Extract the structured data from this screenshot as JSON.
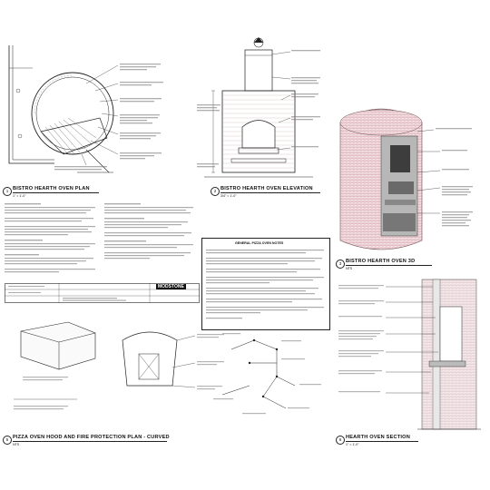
{
  "drawing_titles": {
    "plan": "BISTRO HEARTH OVEN PLAN",
    "elevation": "BISTRO HEARTH OVEN ELEVATION",
    "view_3d": "BISTRO HEARTH OVEN 3D",
    "hood": "PIZZA OVEN HOOD AND FIRE PROTECTION PLAN - CURVED",
    "section": "HEARTH OVEN SECTION"
  },
  "drawing_numbers": {
    "plan": "1",
    "elevation": "2",
    "view_3d": "3",
    "hood": "5",
    "section": "6"
  },
  "scales": {
    "plan": "1\" = 1'-0\"",
    "elevation": "3/4\" = 1'-0\"",
    "view_3d": "NTS",
    "hood": "NTS",
    "section": "1\" = 1'-0\""
  },
  "notes_box": {
    "title": "GENERAL PIZZA OVEN NOTES"
  },
  "logo": {
    "text": "MODSTONE"
  }
}
